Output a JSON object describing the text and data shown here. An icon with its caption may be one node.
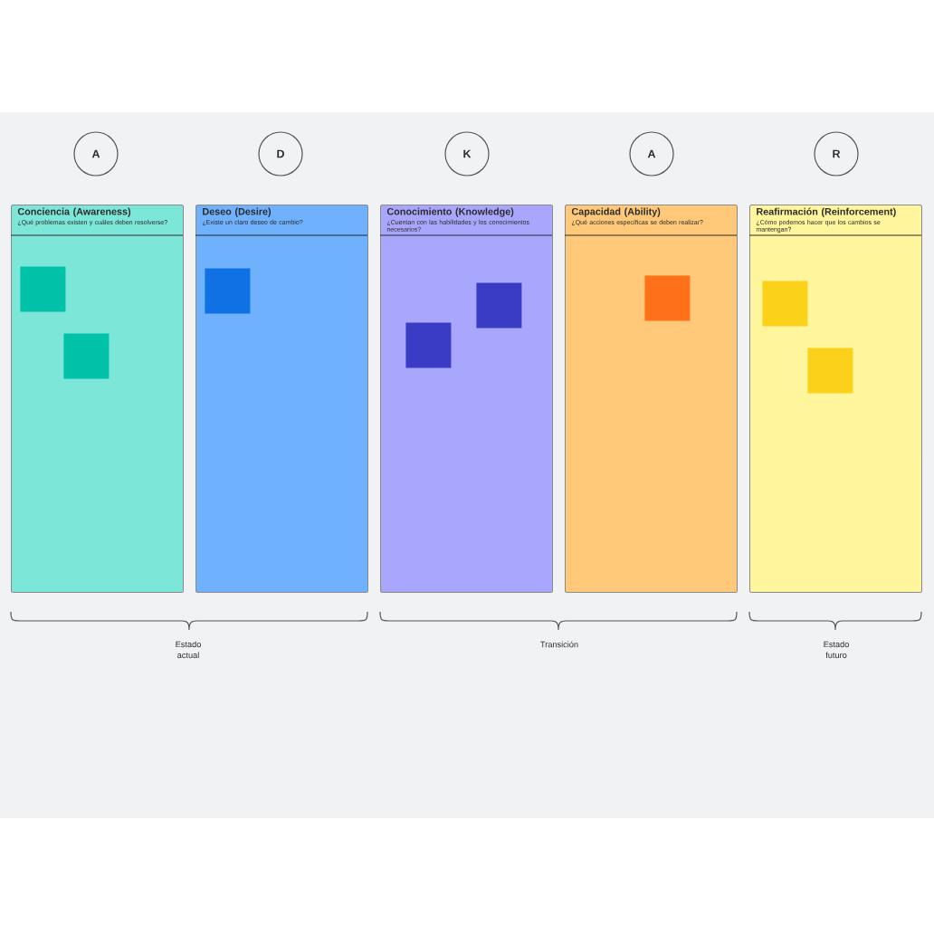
{
  "diagram": {
    "nodes": [
      {
        "text": [
          "A"
        ]
      },
      {
        "text": [
          "D"
        ]
      },
      {
        "text": [
          "K"
        ]
      },
      {
        "text": [
          "A"
        ]
      },
      {
        "text": [
          "R"
        ]
      },
      {
        "text": [
          "Conciencia (Awareness)",
          "¿Qué problemas existen y cuáles deben resolverse?"
        ]
      },
      {
        "text": [
          "Deseo (Desire)",
          "¿Existe un claro deseo de cambio?"
        ]
      },
      {
        "text": [
          "Conocimiento (Knowledge)",
          "¿Cuentan con las habilidades y los conocimientos necesarios?"
        ]
      },
      {
        "text": [
          "Capacidad (Ability)",
          "¿Qué acciones específicas se deben realizar?"
        ]
      },
      {
        "text": [
          "Reafirmación (Reinforcement)",
          "¿Cómo podemos hacer que los cambios se mantengan?"
        ]
      },
      {
        "text": [],
        "shape": "box",
        "in": 5
      },
      {
        "text": [],
        "shape": "box",
        "in": 5
      },
      {
        "text": [],
        "shape": "box",
        "in": 6
      },
      {
        "text": [],
        "shape": "box",
        "in": 7
      },
      {
        "text": [],
        "shape": "box",
        "in": 7
      },
      {
        "text": [],
        "shape": "box",
        "in": 8
      },
      {
        "text": [],
        "shape": "box",
        "in": 9
      },
      {
        "text": [],
        "shape": "box",
        "in": 9
      }
    ],
    "labels": [
      "Estado actual",
      "Transición",
      "Estado futuro"
    ]
  }
}
